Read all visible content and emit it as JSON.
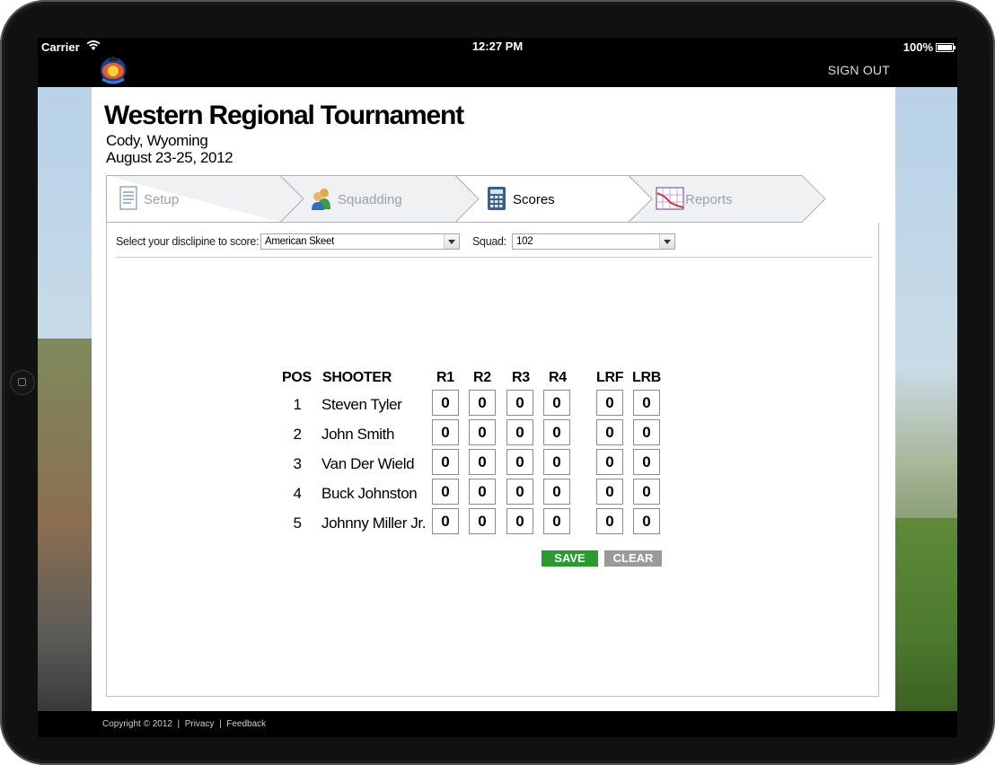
{
  "status_bar": {
    "carrier": "Carrier",
    "time": "12:27 PM",
    "battery": "100%"
  },
  "nav": {
    "sign_out": "SIGN OUT",
    "logo_icon": "clay-target-shooter-logo-icon"
  },
  "event": {
    "title": "Western Regional Tournament",
    "location": "Cody, Wyoming",
    "dates": "August 23-25, 2012"
  },
  "tabs": [
    {
      "label": "Setup",
      "icon": "document-icon",
      "active": false
    },
    {
      "label": "Squadding",
      "icon": "users-icon",
      "active": false
    },
    {
      "label": "Scores",
      "icon": "calculator-icon",
      "active": true
    },
    {
      "label": "Reports",
      "icon": "chart-icon",
      "active": false
    }
  ],
  "filters": {
    "discipline_label": "Select your disclipine to score:",
    "discipline_value": "American Skeet",
    "squad_label": "Squad:",
    "squad_value": "102"
  },
  "score_table": {
    "headers": {
      "pos": "POS",
      "shooter": "SHOOTER",
      "r1": "R1",
      "r2": "R2",
      "r3": "R3",
      "r4": "R4",
      "lrf": "LRF",
      "lrb": "LRB"
    },
    "rows": [
      {
        "pos": "1",
        "shooter": "Steven Tyler",
        "r1": "0",
        "r2": "0",
        "r3": "0",
        "r4": "0",
        "lrf": "0",
        "lrb": "0"
      },
      {
        "pos": "2",
        "shooter": "John Smith",
        "r1": "0",
        "r2": "0",
        "r3": "0",
        "r4": "0",
        "lrf": "0",
        "lrb": "0"
      },
      {
        "pos": "3",
        "shooter": "Van Der Wield",
        "r1": "0",
        "r2": "0",
        "r3": "0",
        "r4": "0",
        "lrf": "0",
        "lrb": "0"
      },
      {
        "pos": "4",
        "shooter": "Buck Johnston",
        "r1": "0",
        "r2": "0",
        "r3": "0",
        "r4": "0",
        "lrf": "0",
        "lrb": "0"
      },
      {
        "pos": "5",
        "shooter": "Johnny Miller Jr.",
        "r1": "0",
        "r2": "0",
        "r3": "0",
        "r4": "0",
        "lrf": "0",
        "lrb": "0"
      }
    ]
  },
  "actions": {
    "save": "SAVE",
    "clear": "CLEAR"
  },
  "footer": {
    "copyright": "Copyright © 2012",
    "sep": "|",
    "privacy": "Privacy",
    "feedback": "Feedback"
  },
  "colors": {
    "save_button": "#2b9a2e",
    "clear_button": "#9a9a9a",
    "tab_inactive_text": "#9aa3ab"
  }
}
